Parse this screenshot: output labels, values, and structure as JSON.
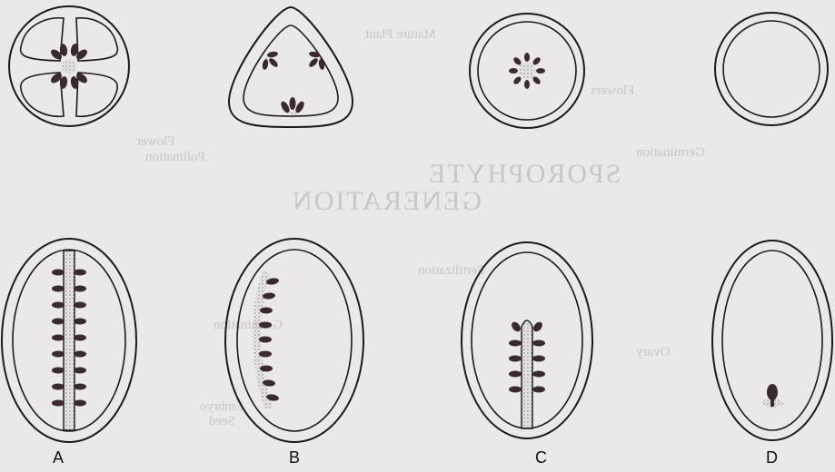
{
  "labels": {
    "a": "A",
    "b": "B",
    "c": "C",
    "d": "D"
  },
  "background_text": {
    "t1": "Mature Plant",
    "t2": "Flowers",
    "t3": "SPOROPHYTE",
    "t4": "GENERATION",
    "t5": "Germination",
    "t6": "Flower",
    "t7": "Pollination",
    "t8": "Fertilization",
    "t9": "Germination",
    "t10": "Embryo",
    "t11": "Ovary",
    "t12": "Seed"
  },
  "colors": {
    "line": "#1a1a1a",
    "ovule": "#3a2a2e",
    "stipple": "#8a8685",
    "paper": "#ebe9e7"
  }
}
